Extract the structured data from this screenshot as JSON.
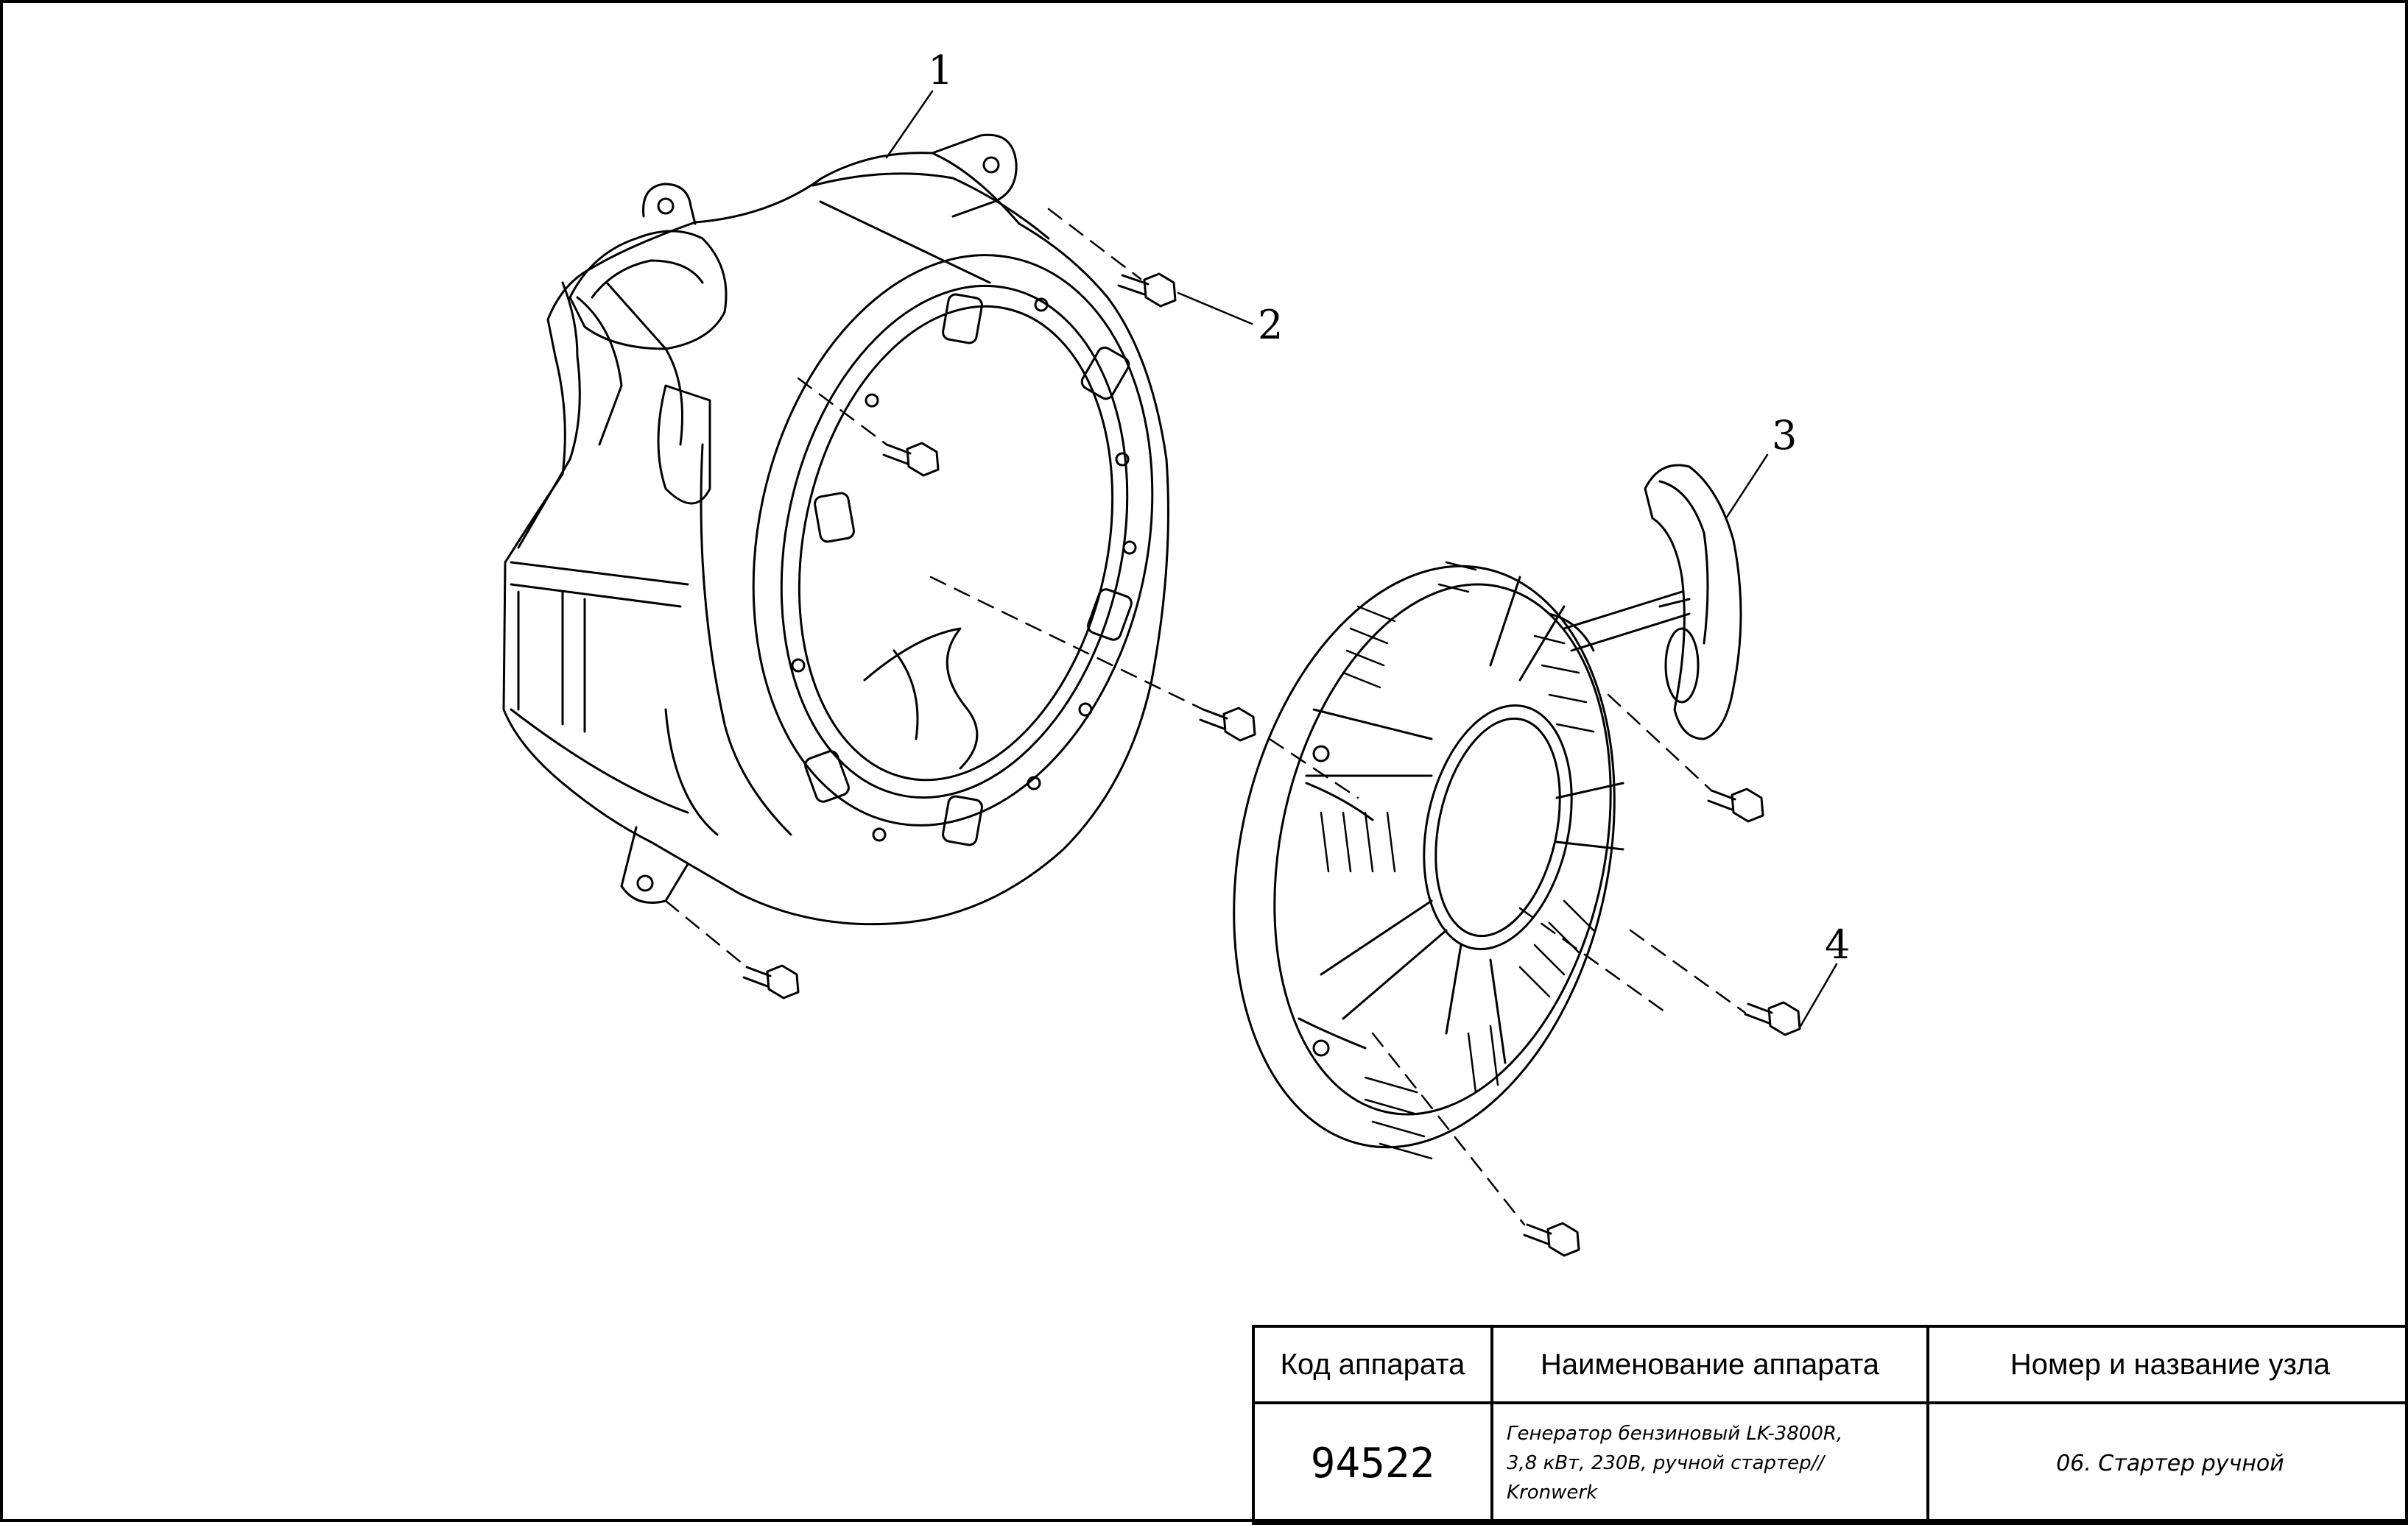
{
  "diagram": {
    "callouts": [
      {
        "id": "1",
        "label": "1"
      },
      {
        "id": "2",
        "label": "2"
      },
      {
        "id": "3",
        "label": "3"
      },
      {
        "id": "4",
        "label": "4"
      }
    ]
  },
  "title_block": {
    "headers": {
      "code": "Код аппарата",
      "name": "Наименование аппарата",
      "unit": "Номер и название узла"
    },
    "values": {
      "code": "94522",
      "name_line1": "Генератор бензиновый LK-3800R,",
      "name_line2": "3,8 кВт, 230В, ручной стартер//",
      "name_line3": "Kronwerk",
      "unit": "06. Стартер ручной"
    }
  }
}
